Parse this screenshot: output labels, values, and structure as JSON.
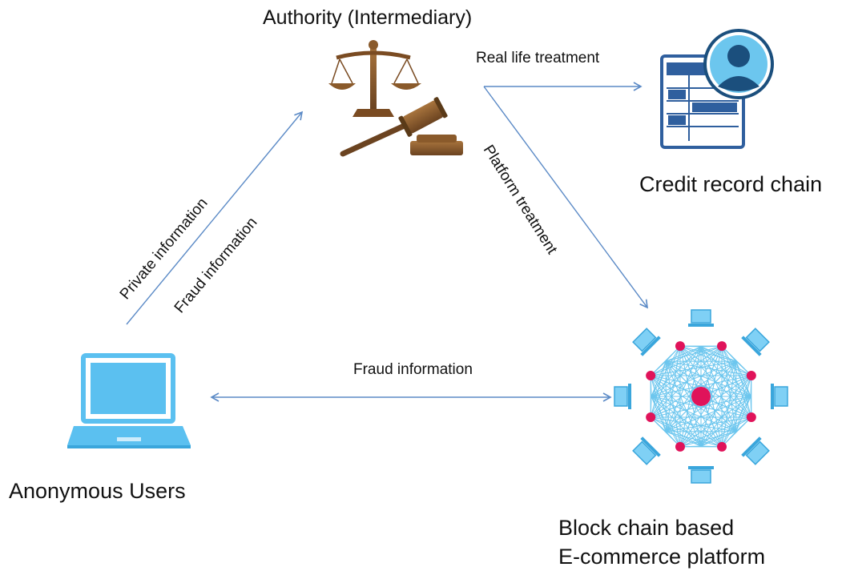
{
  "nodes": {
    "authority": {
      "label": "Authority (Intermediary)"
    },
    "credit": {
      "label": "Credit record chain"
    },
    "users": {
      "label": "Anonymous Users"
    },
    "platform": {
      "label_line1": "Block chain based",
      "label_line2": "E-commerce platform"
    }
  },
  "edges": {
    "users_to_authority": {
      "label_private": "Private information",
      "label_fraud": "Fraud information"
    },
    "authority_to_credit": {
      "label": "Real life treatment"
    },
    "authority_to_platform": {
      "label": "Platform treatment"
    },
    "users_platform": {
      "label": "Fraud information"
    }
  },
  "colors": {
    "arrow": "#5b8ac6",
    "laptop": "#5bc0f0",
    "network_node": "#e0135a",
    "network_line": "#6cc6ee",
    "gavel": "#8a5a2b",
    "credit_doc": "#2f5f9e",
    "avatar": "#1b4f7d"
  },
  "icons": {
    "authority": "scales-and-gavel-icon",
    "credit": "credit-record-document-icon",
    "users": "laptop-icon",
    "platform": "network-mesh-icon"
  }
}
